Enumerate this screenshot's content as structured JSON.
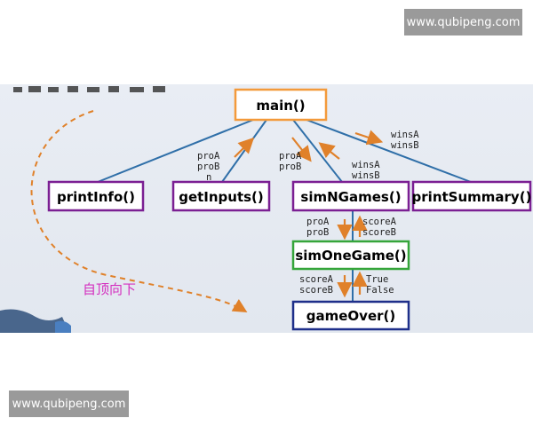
{
  "watermark_top": "www.qubipeng.com",
  "watermark_bottom": "www.qubipeng.com",
  "colors": {
    "main_border": "#f39a3b",
    "purple_border": "#7b1f93",
    "green_border": "#35a53a",
    "blue_border": "#1e2f8a",
    "line": "#2f6fa8",
    "arrow": "#e0812a",
    "chinese_text": "#d42fbf"
  },
  "nodes": {
    "main": "main()",
    "printInfo": "printInfo()",
    "getInputs": "getInputs()",
    "simNGames": "simNGames()",
    "printSummary": "printSummary()",
    "simOneGame": "simOneGame()",
    "gameOver": "gameOver()"
  },
  "labels": {
    "getInputs_up": [
      "proA",
      "proB",
      "n"
    ],
    "simNGames_down": [
      "proA",
      "proB"
    ],
    "simNGames_up": [
      "winsA",
      "winsB"
    ],
    "printSummary_down": [
      "winsA",
      "winsB"
    ],
    "simOne_down": [
      "proA",
      "proB"
    ],
    "simOne_up": [
      "scoreA",
      "scoreB"
    ],
    "gameOver_down": [
      "scoreA",
      "scoreB"
    ],
    "gameOver_up": [
      "True",
      "False"
    ]
  },
  "side_text": "自顶向下"
}
